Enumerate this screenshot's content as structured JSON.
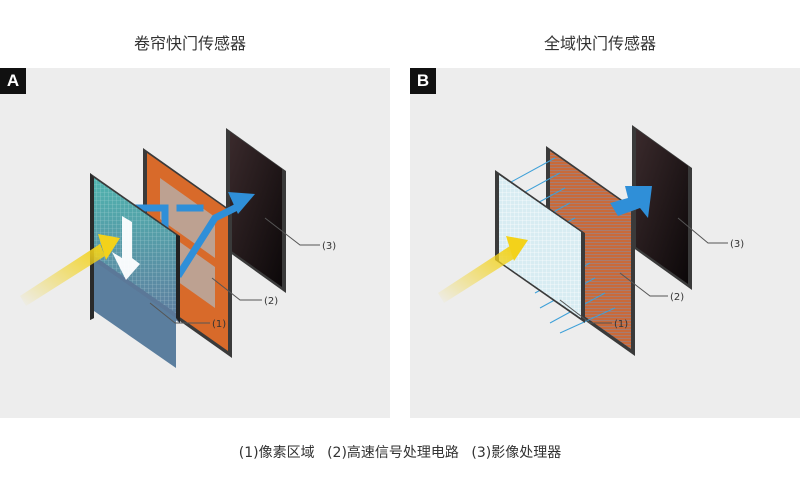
{
  "panel_a": {
    "title": "卷帘快门传感器",
    "badge": "A",
    "labels": [
      "(1)",
      "(2)",
      "(3)"
    ]
  },
  "panel_b": {
    "title": "全域快门传感器",
    "badge": "B",
    "labels": [
      "(1)",
      "(2)",
      "(3)"
    ]
  },
  "legend": {
    "item1": "(1)像素区域",
    "item2": "(2)高速信号处理电路",
    "item3": "(3)影像处理器"
  },
  "colors": {
    "pixel_layer": "#3aa3a3",
    "circuit_layer": "#d86a2a",
    "processor_layer": "#1a1214",
    "arrow_blue": "#2f8fd8",
    "light_ray": "#f3d21a"
  }
}
